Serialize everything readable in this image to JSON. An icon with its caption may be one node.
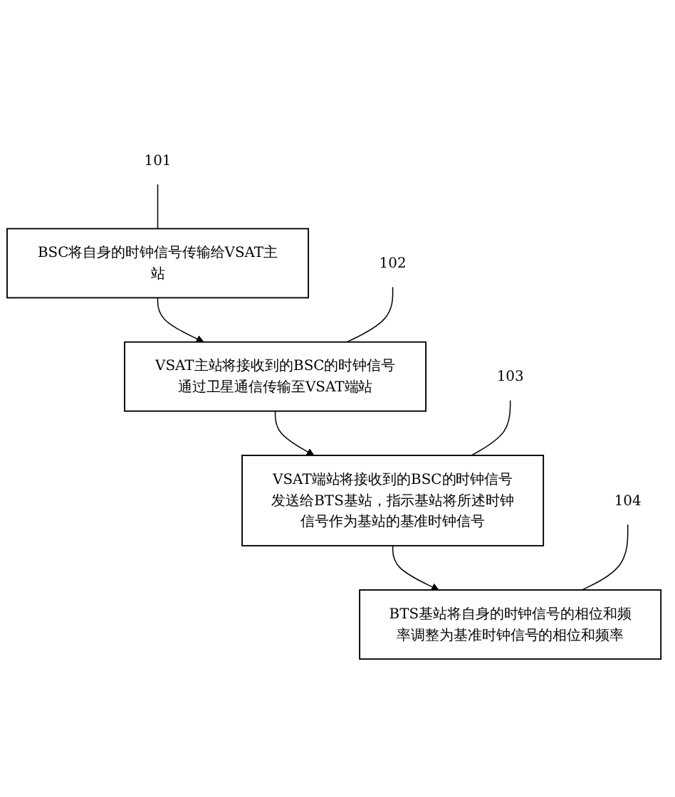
{
  "diagram": {
    "nodes": [
      {
        "text": [
          "BSC将自身的时钟信号传输给VSAT主站"
        ]
      },
      {
        "text": [
          "101"
        ]
      },
      {
        "text": [
          "VSAT主站将接收到的BSC的时钟信号通过卫星通信传输至VSAT端站"
        ]
      },
      {
        "text": [
          "102"
        ]
      },
      {
        "text": [
          "VSAT端站将接收到的BSC的时钟信号发送给BTS基站，指示基站将所述时钟信号作为基站的基准时钟信号"
        ]
      },
      {
        "text": [
          "103"
        ]
      },
      {
        "text": [
          "BTS基站将自身的时钟信号的相位和频率调整为基准时钟信号的相位和频率"
        ]
      },
      {
        "text": [
          "104"
        ]
      }
    ],
    "edges": [
      {
        "from": 1,
        "to": 0,
        "arrow": "none"
      },
      {
        "from": 0,
        "to": 2,
        "arrow": "to"
      },
      {
        "from": 3,
        "to": 2,
        "arrow": "none"
      },
      {
        "from": 2,
        "to": 4,
        "arrow": "to"
      },
      {
        "from": 5,
        "to": 4,
        "arrow": "none"
      },
      {
        "from": 4,
        "to": 6,
        "arrow": "to"
      },
      {
        "from": 7,
        "to": 6,
        "arrow": "none"
      }
    ]
  }
}
